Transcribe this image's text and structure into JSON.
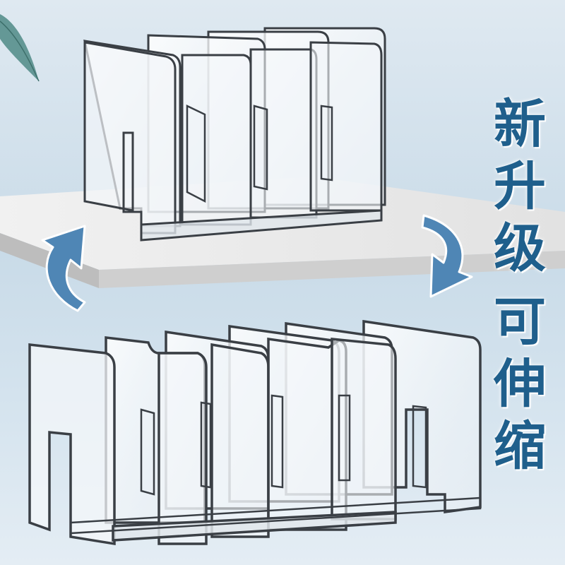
{
  "headline": {
    "line1": [
      "新",
      "升",
      "级"
    ],
    "line2": [
      "可",
      "伸",
      "缩"
    ],
    "color": "#1f5f8c"
  },
  "colors": {
    "background": "#cddde9",
    "shelf": "#e6e6e6",
    "arrow": "#4f86b5",
    "acrylic_edge": "#3a3f45"
  },
  "icons": [
    "leaf-icon",
    "curved-arrow-up-icon",
    "curved-arrow-down-icon"
  ]
}
